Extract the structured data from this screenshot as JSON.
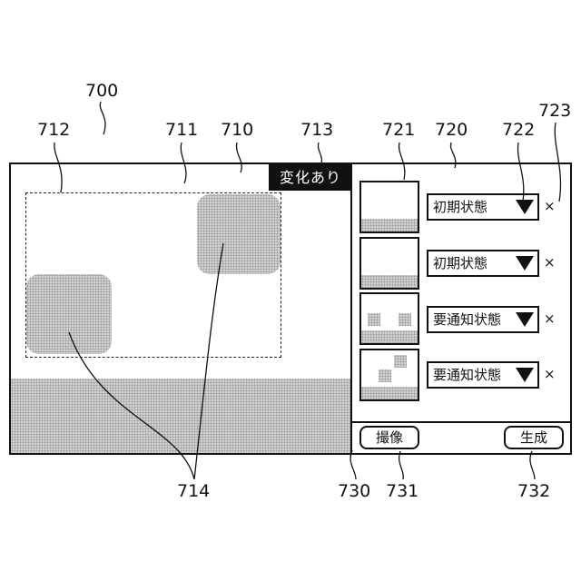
{
  "refs": {
    "r700": "700",
    "r712": "712",
    "r711": "711",
    "r710": "710",
    "r713": "713",
    "r721": "721",
    "r720": "720",
    "r722": "722",
    "r723": "723",
    "r714": "714",
    "r730": "730",
    "r731": "731",
    "r732": "732"
  },
  "camera": {
    "change_badge": "変化あり"
  },
  "list": {
    "items": [
      {
        "state": "初期状態",
        "remove": "×"
      },
      {
        "state": "初期状態",
        "remove": "×"
      },
      {
        "state": "要通知状態",
        "remove": "×"
      },
      {
        "state": "要通知状態",
        "remove": "×"
      }
    ]
  },
  "controls": {
    "capture_label": "撮像",
    "generate_label": "生成"
  }
}
